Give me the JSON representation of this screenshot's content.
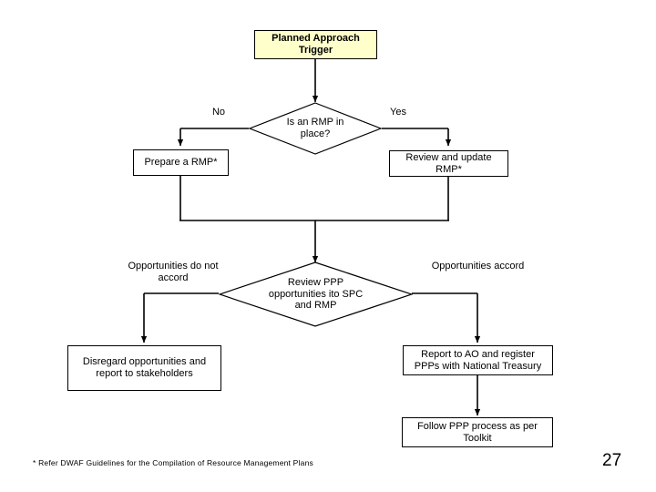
{
  "slide": {
    "page_number": "27",
    "footnote": "*  Refer DWAF Guidelines for the Compilation of Resource Management Plans",
    "colors": {
      "trigger_fill": "#ffffcc",
      "stroke": "#000000",
      "background": "#ffffff"
    }
  },
  "chart_data": {
    "type": "flowchart",
    "title": "Planned Approach Trigger",
    "nodes": [
      {
        "id": "trigger",
        "shape": "box",
        "text": "Planned Approach\nTrigger",
        "fill": "#ffffcc"
      },
      {
        "id": "rmp_decision",
        "shape": "diamond",
        "text": "Is an RMP in\nplace?",
        "fill": "#ffffff"
      },
      {
        "id": "prepare_rmp",
        "shape": "box",
        "text": "Prepare a RMP*",
        "fill": "#ffffff"
      },
      {
        "id": "review_update_rmp",
        "shape": "box",
        "text": "Review and update\nRMP*",
        "fill": "#ffffff"
      },
      {
        "id": "review_ppp",
        "shape": "diamond",
        "text": "Review PPP\nopportunities ito SPC\nand RMP",
        "fill": "#ffffff"
      },
      {
        "id": "disregard",
        "shape": "box",
        "text": "Disregard opportunities and\nreport to stakeholders",
        "fill": "#ffffff"
      },
      {
        "id": "report_ao",
        "shape": "box",
        "text": "Report to AO and register\nPPPs with National Treasury",
        "fill": "#ffffff"
      },
      {
        "id": "follow_ppp",
        "shape": "box",
        "text": "Follow PPP process as per\nToolkit",
        "fill": "#ffffff"
      }
    ],
    "edge_labels": [
      {
        "id": "no",
        "text": "No"
      },
      {
        "id": "yes",
        "text": "Yes"
      },
      {
        "id": "opportunities_do_not_accord",
        "text": "Opportunities do not\naccord"
      },
      {
        "id": "opportunities_accord",
        "text": "Opportunities accord"
      }
    ],
    "edges": [
      {
        "from": "trigger",
        "to": "rmp_decision",
        "label": ""
      },
      {
        "from": "rmp_decision",
        "to": "prepare_rmp",
        "label": "No"
      },
      {
        "from": "rmp_decision",
        "to": "review_update_rmp",
        "label": "Yes"
      },
      {
        "from": "prepare_rmp",
        "to": "review_ppp",
        "label": ""
      },
      {
        "from": "review_update_rmp",
        "to": "review_ppp",
        "label": ""
      },
      {
        "from": "review_ppp",
        "to": "disregard",
        "label": "Opportunities do not accord"
      },
      {
        "from": "review_ppp",
        "to": "report_ao",
        "label": "Opportunities accord"
      },
      {
        "from": "report_ao",
        "to": "follow_ppp",
        "label": ""
      }
    ]
  },
  "nodes": {
    "trigger": {
      "line1": "Planned Approach",
      "line2": "Trigger"
    },
    "rmp_decision": {
      "line1": "Is an RMP in",
      "line2": "place?"
    },
    "prepare_rmp": {
      "line1": "Prepare a RMP*"
    },
    "review_update_rmp": {
      "line1": "Review and update",
      "line2": "RMP*"
    },
    "review_ppp": {
      "line1": "Review PPP",
      "line2": "opportunities ito SPC",
      "line3": "and RMP"
    },
    "disregard": {
      "line1": "Disregard opportunities and",
      "line2": "report to stakeholders"
    },
    "report_ao": {
      "line1": "Report to AO and register",
      "line2": "PPPs with National Treasury"
    },
    "follow_ppp": {
      "line1": "Follow PPP process as per",
      "line2": "Toolkit"
    }
  },
  "labels": {
    "no": "No",
    "yes": "Yes",
    "opp_not_accord_line1": "Opportunities do not",
    "opp_not_accord_line2": "accord",
    "opp_accord": "Opportunities accord"
  }
}
